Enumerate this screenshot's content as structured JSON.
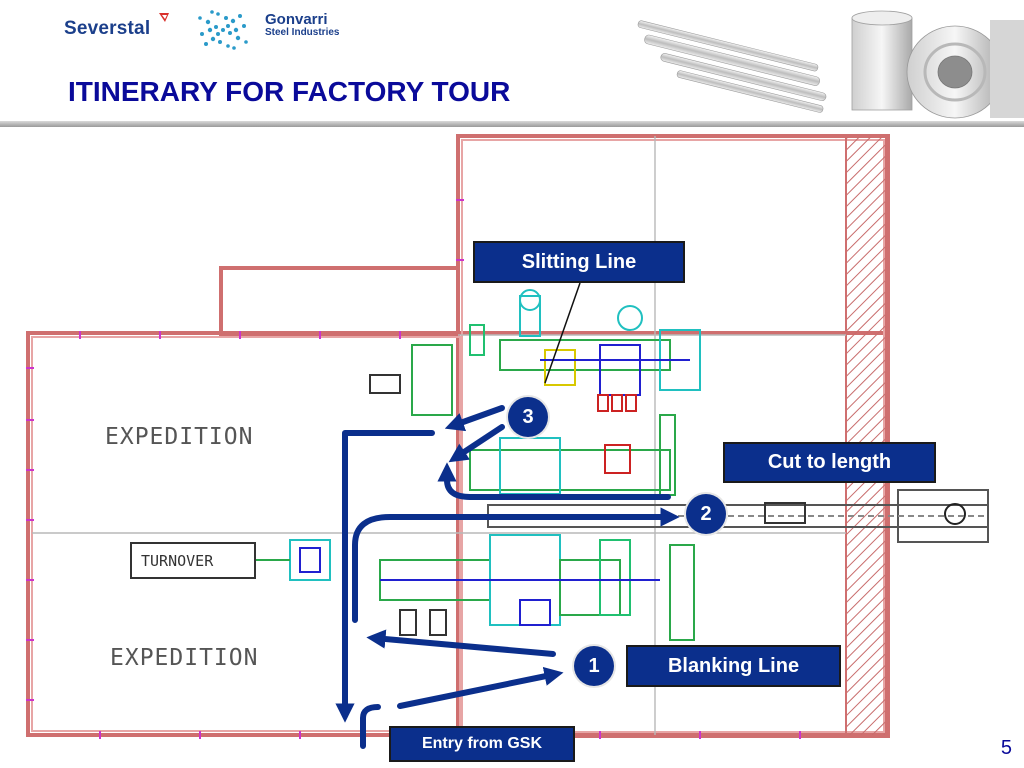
{
  "header": {
    "title": "ITINERARY FOR FACTORY TOUR",
    "logo_severstal": "Severstal",
    "logo_gonvarri_line1": "Gonvarri",
    "logo_gonvarri_line2": "Steel Industries"
  },
  "plan": {
    "expedition_top": "EXPEDITION",
    "expedition_bottom": "EXPEDITION",
    "turnover": "TURNOVER"
  },
  "callouts": {
    "slitting": "Slitting Line",
    "cut_to_length": "Cut to length",
    "blanking": "Blanking Line",
    "entry": "Entry from GSK"
  },
  "badges": {
    "one": "1",
    "two": "2",
    "three": "3"
  },
  "footer": {
    "page_number": "5"
  },
  "colors": {
    "title": "#0a0a9a",
    "route_arrow": "#0b2f8c",
    "callout_fill": "#0b2f8c",
    "wall": "#d87a7a"
  }
}
